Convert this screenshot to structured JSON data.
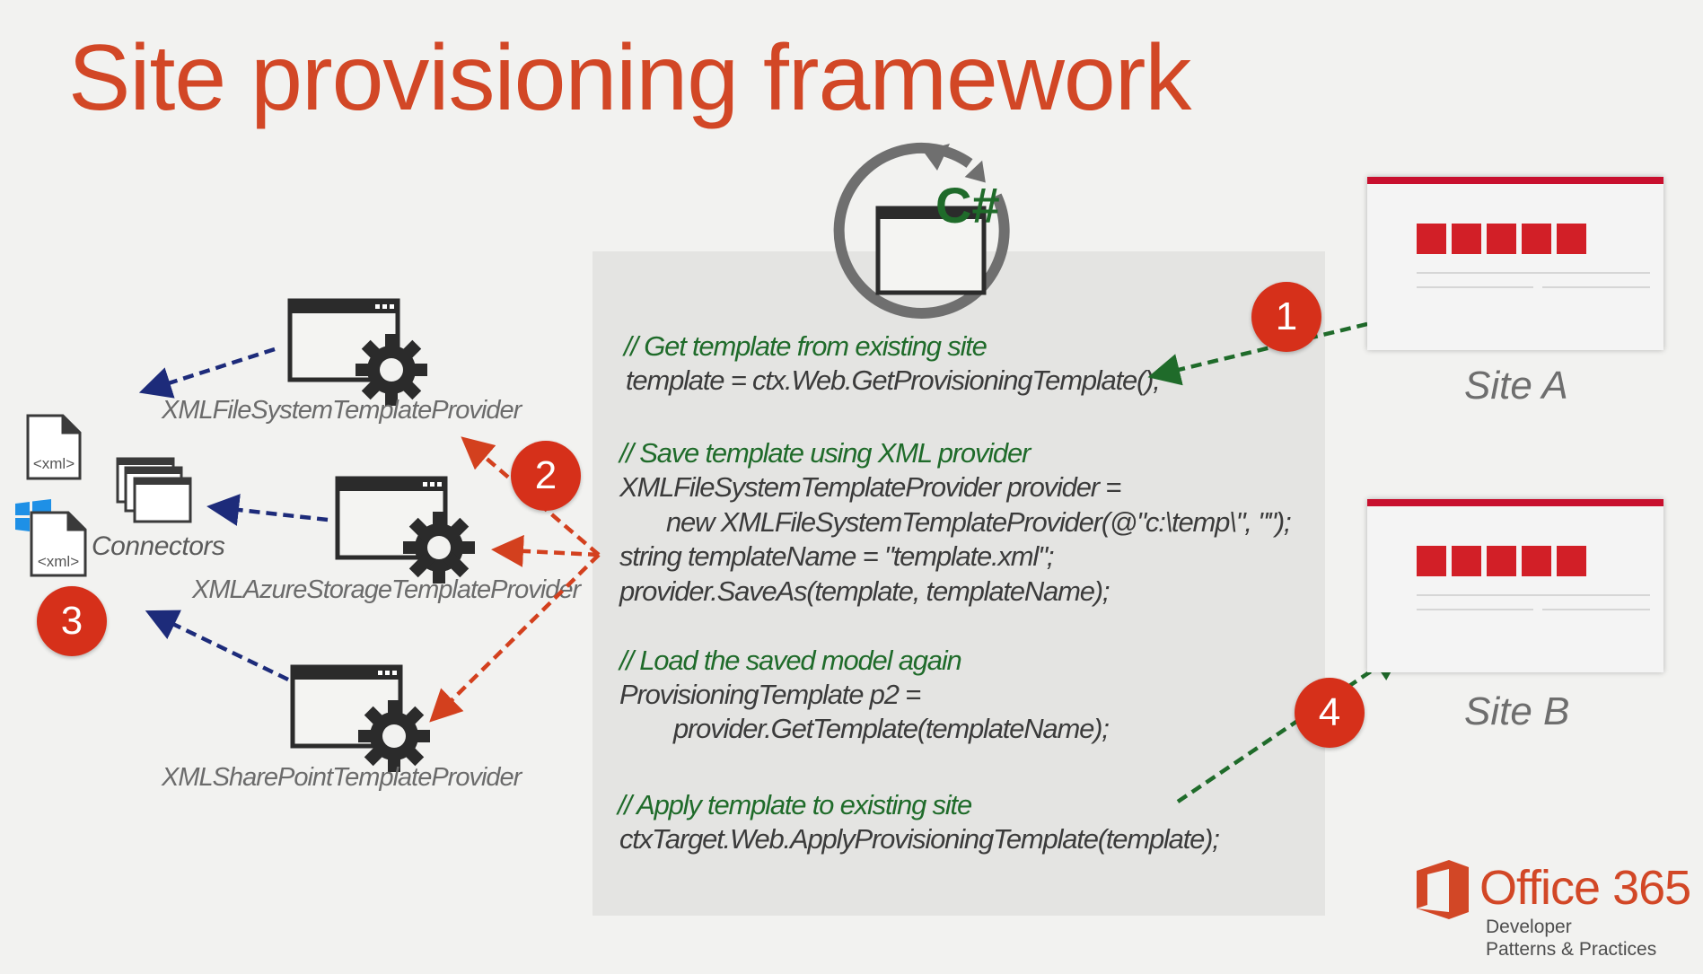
{
  "title": "Site provisioning framework",
  "code": [
    {
      "kind": "comment",
      "text": "// Get template from existing site"
    },
    {
      "kind": "code",
      "text": "template = ctx.Web.GetProvisioningTemplate();"
    },
    {
      "kind": "comment",
      "text": "// Save template using XML provider"
    },
    {
      "kind": "code",
      "text": "XMLFileSystemTemplateProvider provider ="
    },
    {
      "kind": "code",
      "text": "new XMLFileSystemTemplateProvider(@\"c:\\temp\\\", \"\");"
    },
    {
      "kind": "code",
      "text": "string templateName = \"template.xml\";"
    },
    {
      "kind": "code",
      "text": "provider.SaveAs(template, templateName);"
    },
    {
      "kind": "comment",
      "text": "// Load the saved model again"
    },
    {
      "kind": "code",
      "text": "ProvisioningTemplate p2 ="
    },
    {
      "kind": "code",
      "text": "provider.GetTemplate(templateName);"
    },
    {
      "kind": "comment",
      "text": "// Apply template to existing site"
    },
    {
      "kind": "code",
      "text": "ctxTarget.Web.ApplyProvisioningTemplate(template);"
    }
  ],
  "csharp_label": "C#",
  "providers": [
    "XMLFileSystemTemplateProvider",
    "XMLAzureStorageTemplateProvider",
    "XMLSharePointTemplateProvider"
  ],
  "connectors_label": "Connectors",
  "xml_tag": "<xml>",
  "badges": [
    "1",
    "2",
    "3",
    "4"
  ],
  "sites": [
    "Site A",
    "Site B"
  ],
  "logo": {
    "name": "Office 365",
    "sub1": "Developer",
    "sub2": "Patterns & Practices"
  },
  "colors": {
    "accent": "#d24726",
    "comment": "#1f6b2a",
    "badge": "#d6301a",
    "arrow_blue": "#1d2b7a",
    "arrow_red": "#d3401e",
    "arrow_green": "#1f6b2a"
  }
}
